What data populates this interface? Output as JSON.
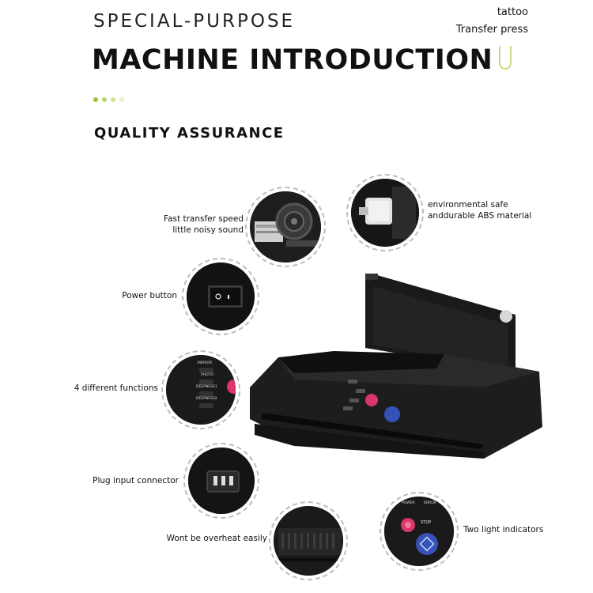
{
  "header": {
    "subtitle": "SPECIAL-PURPOSE",
    "title": "MACHINE INTRODUCTION",
    "section": "QUALITY ASSURANCE"
  },
  "corner": {
    "line1": "tattoo",
    "line2": "Transfer press"
  },
  "colors": {
    "accent": "#b8d468",
    "text": "#111111",
    "circle_border": "#bdbdbd"
  },
  "features": {
    "speed_1": "Fast transfer speed",
    "speed_2": "little noisy sound",
    "material_1": "environmental safe",
    "material_2": "anddurable ABS material",
    "power": "Power button",
    "functions": "4 different functions",
    "plug": "Plug input connector",
    "overheat": "Wont be overheat easily",
    "lights": "Two light indicators"
  },
  "panel": {
    "mirror": "MIRROR",
    "photo": "PHOTO",
    "deep1": "DEEPNESS1",
    "deep2": "DEEPNESS2",
    "stop": "STOP",
    "power_lbl": "POWER",
    "error_lbl": "ERROR"
  }
}
